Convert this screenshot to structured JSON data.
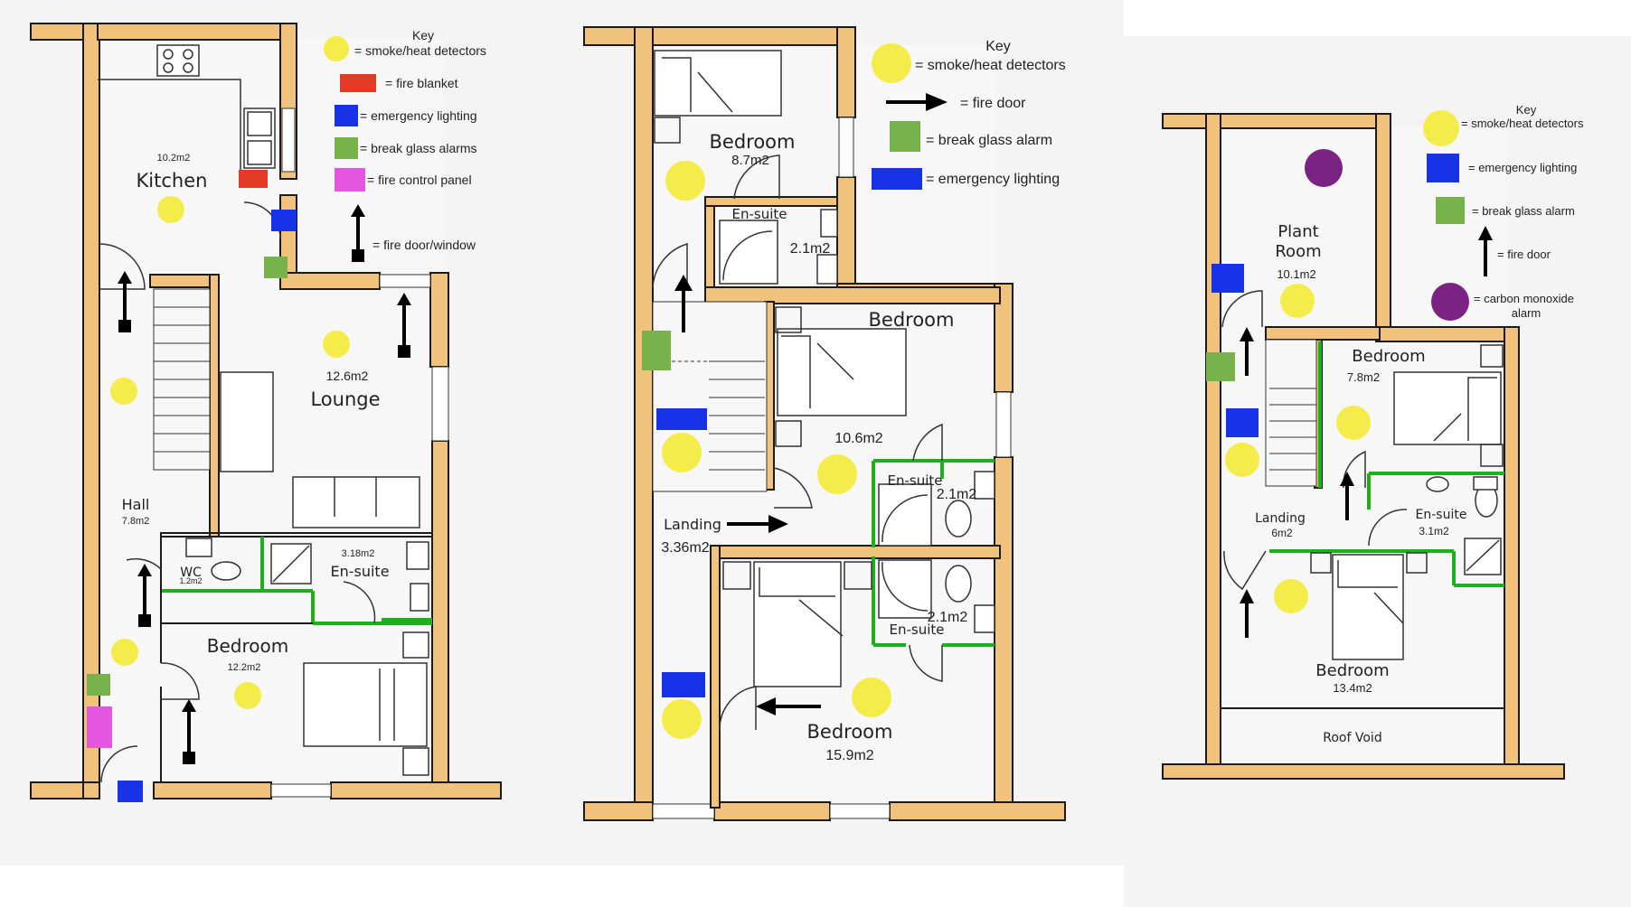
{
  "plan1": {
    "key_title": "Key",
    "key_items": [
      "= smoke/heat detectors",
      "= fire blanket",
      "= emergency lighting",
      "= break glass alarms",
      "= fire control panel",
      "= fire door/window"
    ],
    "rooms": {
      "kitchen": {
        "name": "Kitchen",
        "area": "10.2m2"
      },
      "lounge": {
        "name": "Lounge",
        "area": "12.6m2"
      },
      "hall": {
        "name": "Hall",
        "area": "7.8m2"
      },
      "wc": {
        "name": "WC",
        "area": "1.2m2"
      },
      "ensuite": {
        "name": "En-suite",
        "area": "3.18m2"
      },
      "bedroom": {
        "name": "Bedroom",
        "area": "12.2m2"
      }
    }
  },
  "plan2": {
    "key_title": "Key",
    "key_items": [
      "= smoke/heat detectors",
      "= fire door",
      "= break glass alarm",
      "= emergency lighting"
    ],
    "rooms": {
      "bedroom1": {
        "name": "Bedroom",
        "area": "8.7m2"
      },
      "ensuite1": {
        "name": "En-suite",
        "area": "2.1m2"
      },
      "bedroom2": {
        "name": "Bedroom",
        "area": "10.6m2"
      },
      "ensuite2": {
        "name": "En-suite",
        "area": "2.1m2"
      },
      "landing": {
        "name": "Landing",
        "area": "3.36m2"
      },
      "ensuite3": {
        "name": "En-suite",
        "area": "2.1m2"
      },
      "bedroom3": {
        "name": "Bedroom",
        "area": "15.9m2"
      }
    }
  },
  "plan3": {
    "key_title": "Key",
    "key_items": [
      "= smoke/heat detectors",
      "= emergency lighting",
      "= break glass alarm",
      "= fire door",
      "= carbon monoxide",
      "alarm"
    ],
    "rooms": {
      "plant": {
        "name_line1": "Plant",
        "name_line2": "Room",
        "area": "10.1m2"
      },
      "bedroom1": {
        "name": "Bedroom",
        "area": "7.8m2"
      },
      "landing": {
        "name": "Landing",
        "area": "6m2"
      },
      "ensuite": {
        "name": "En-suite",
        "area": "3.1m2"
      },
      "bedroom2": {
        "name": "Bedroom",
        "area": "13.4m2"
      },
      "roofvoid": {
        "name": "Roof Void"
      }
    }
  },
  "colors": {
    "wall": "#f0c27c",
    "smoke_detector": "#f4ec4a",
    "break_glass": "#77b24a",
    "emergency_lighting": "#1832e8",
    "fire_blanket": "#e53a25",
    "fire_control_panel": "#e556e0",
    "carbon_monoxide": "#7a2382",
    "ensuite_partition": "#1db21d"
  }
}
